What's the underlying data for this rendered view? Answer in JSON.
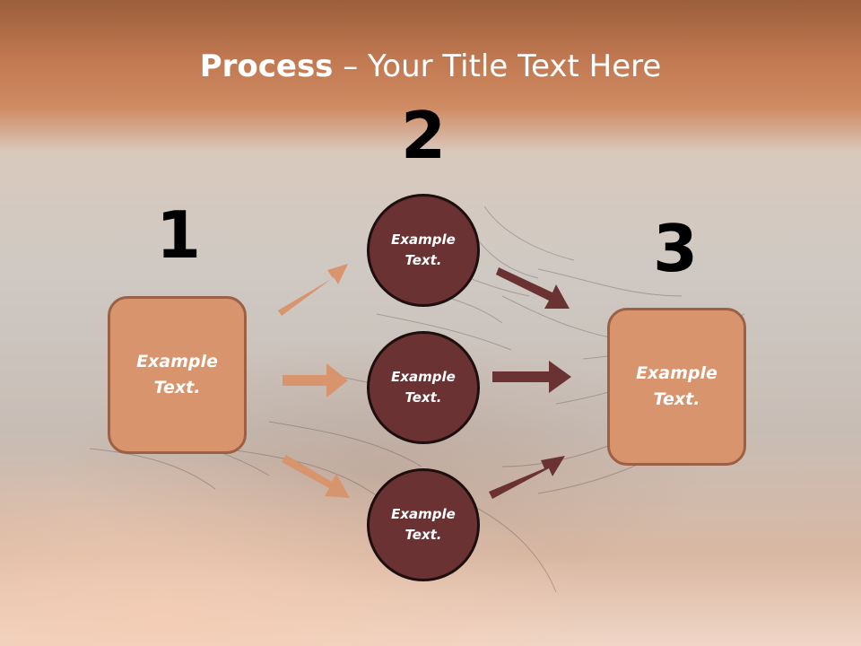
{
  "title": {
    "bold": "Process",
    "rest": " – Your Title Text Here"
  },
  "numbers": {
    "n1": "1",
    "n2": "2",
    "n3": "3"
  },
  "left_box": {
    "text": "Example Text."
  },
  "right_box": {
    "text": "Example Text."
  },
  "circles": [
    {
      "text": "Example Text."
    },
    {
      "text": "Example Text."
    },
    {
      "text": "Example Text."
    }
  ],
  "colors": {
    "box_fill": "#d8946d",
    "box_border": "#9b6045",
    "circle_fill": "#6a3233",
    "left_arrows": "#d8946d",
    "right_arrows": "#6a3233",
    "title_text": "#ffffff"
  }
}
